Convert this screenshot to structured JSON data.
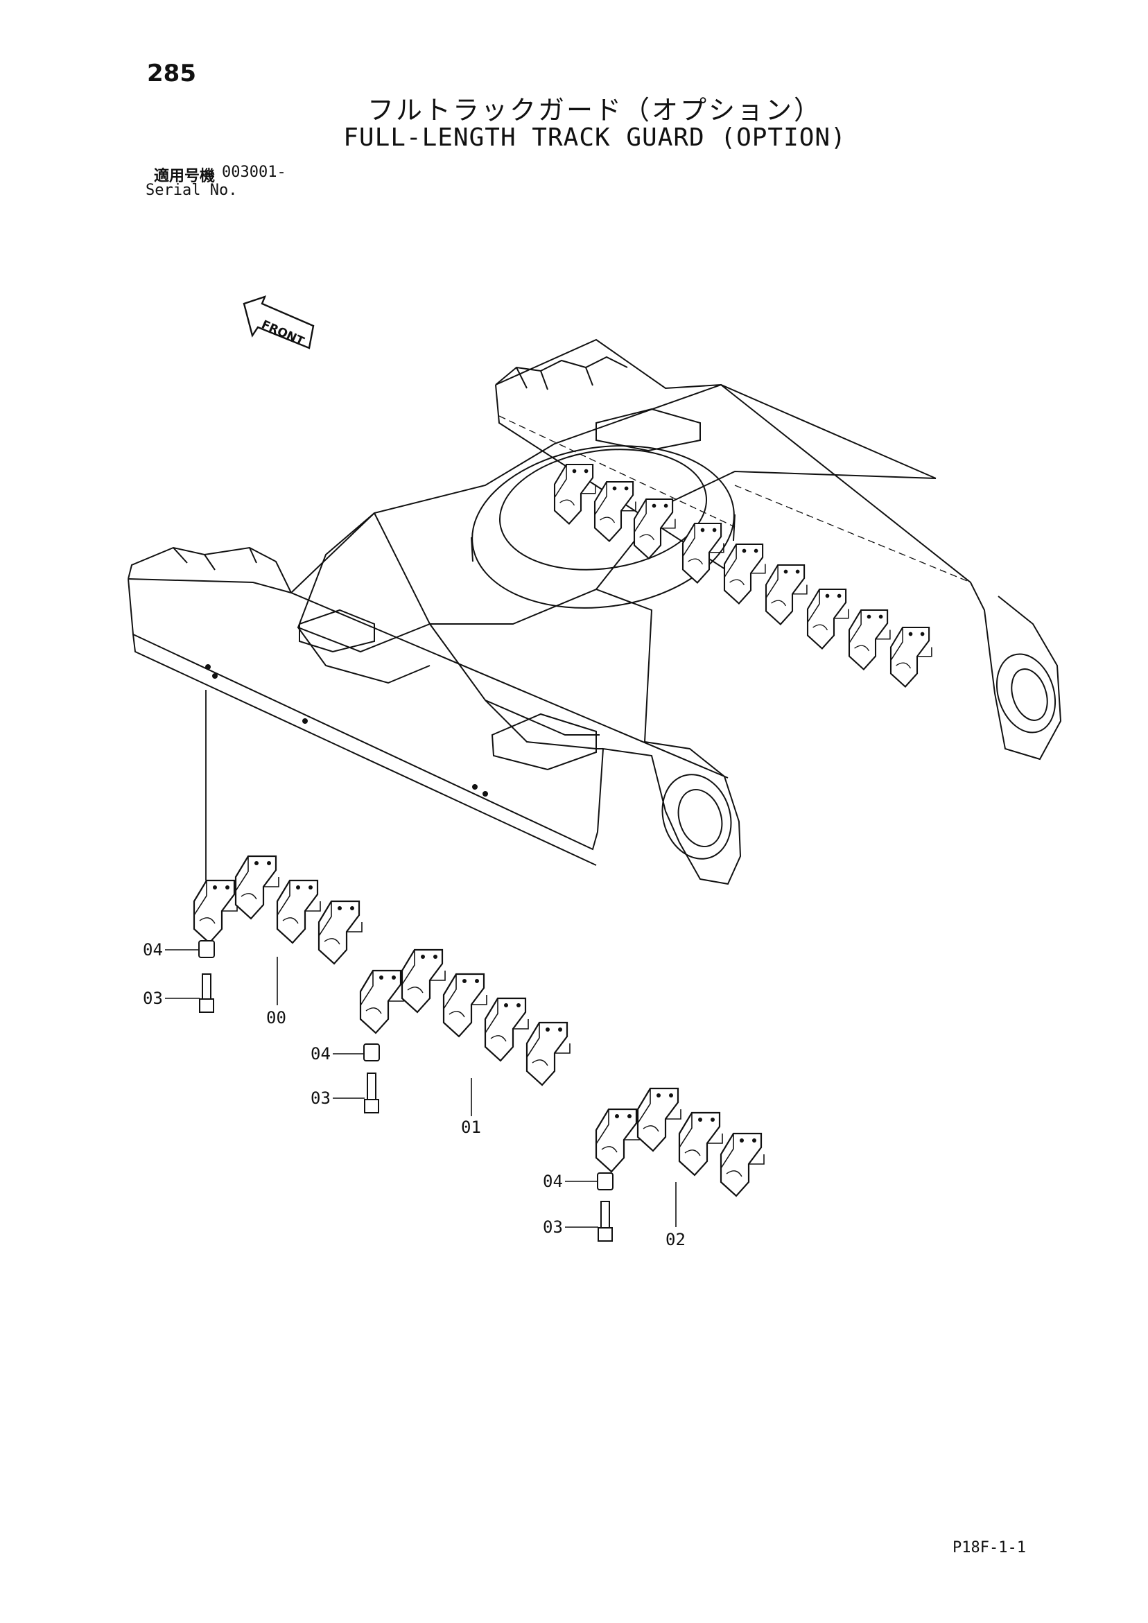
{
  "page": {
    "number": "285",
    "drawing_code": "P18F-1-1"
  },
  "title": {
    "ja": "フルトラックガード（オプション）",
    "en": "FULL-LENGTH TRACK GUARD (OPTION)"
  },
  "serial": {
    "label_ja": "適用号機",
    "value": "003001-",
    "label_en": "Serial No."
  },
  "front_arrow": {
    "label": "FRONT"
  },
  "callouts": {
    "guard_00": "00",
    "guard_01": "01",
    "guard_02": "02",
    "a_04": "04",
    "a_03": "03",
    "b_04": "04",
    "b_03": "03",
    "c_04": "04",
    "c_03": "03"
  }
}
